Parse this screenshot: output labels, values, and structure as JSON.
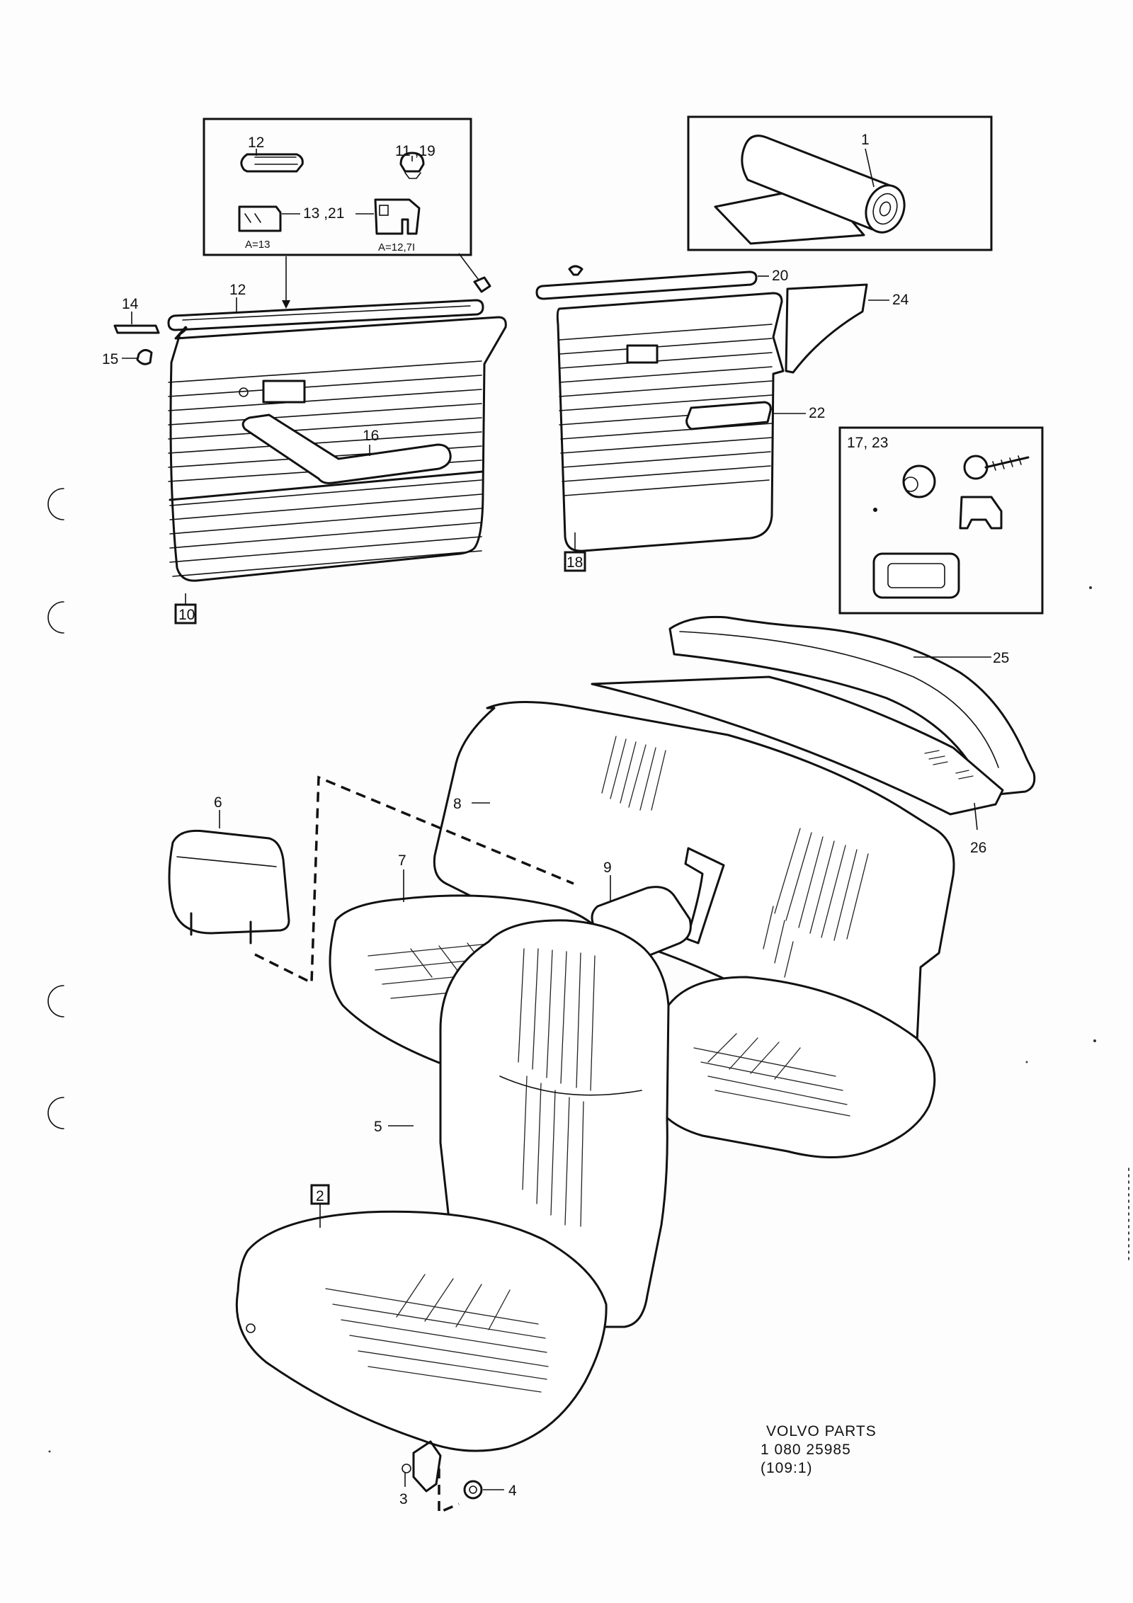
{
  "inset_door_clips": {
    "labels": [
      "12",
      "11 ,19",
      "13 ,21",
      "A=13",
      "A=12,7I"
    ]
  },
  "inset_insulation": {
    "labels": [
      "1"
    ]
  },
  "inset_fasteners": {
    "labels": [
      "17, 23"
    ]
  },
  "front_door_panel": {
    "labels": [
      "14",
      "12",
      "15",
      "16"
    ],
    "boxed_ref": "10"
  },
  "rear_door_panel": {
    "labels": [
      "20",
      "24",
      "22"
    ],
    "boxed_ref": "18"
  },
  "rear_seat": {
    "labels": [
      "25",
      "26",
      "8",
      "9"
    ]
  },
  "front_seat": {
    "labels": [
      "6",
      "7",
      "5",
      "3",
      "4"
    ],
    "boxed_ref": "2"
  },
  "footer": {
    "line1": "VOLVO  PARTS",
    "line2": "1  080  25985",
    "line3": "(109:1)"
  },
  "colors": {
    "ink": "#111111",
    "paper": "#fdfdfd"
  }
}
